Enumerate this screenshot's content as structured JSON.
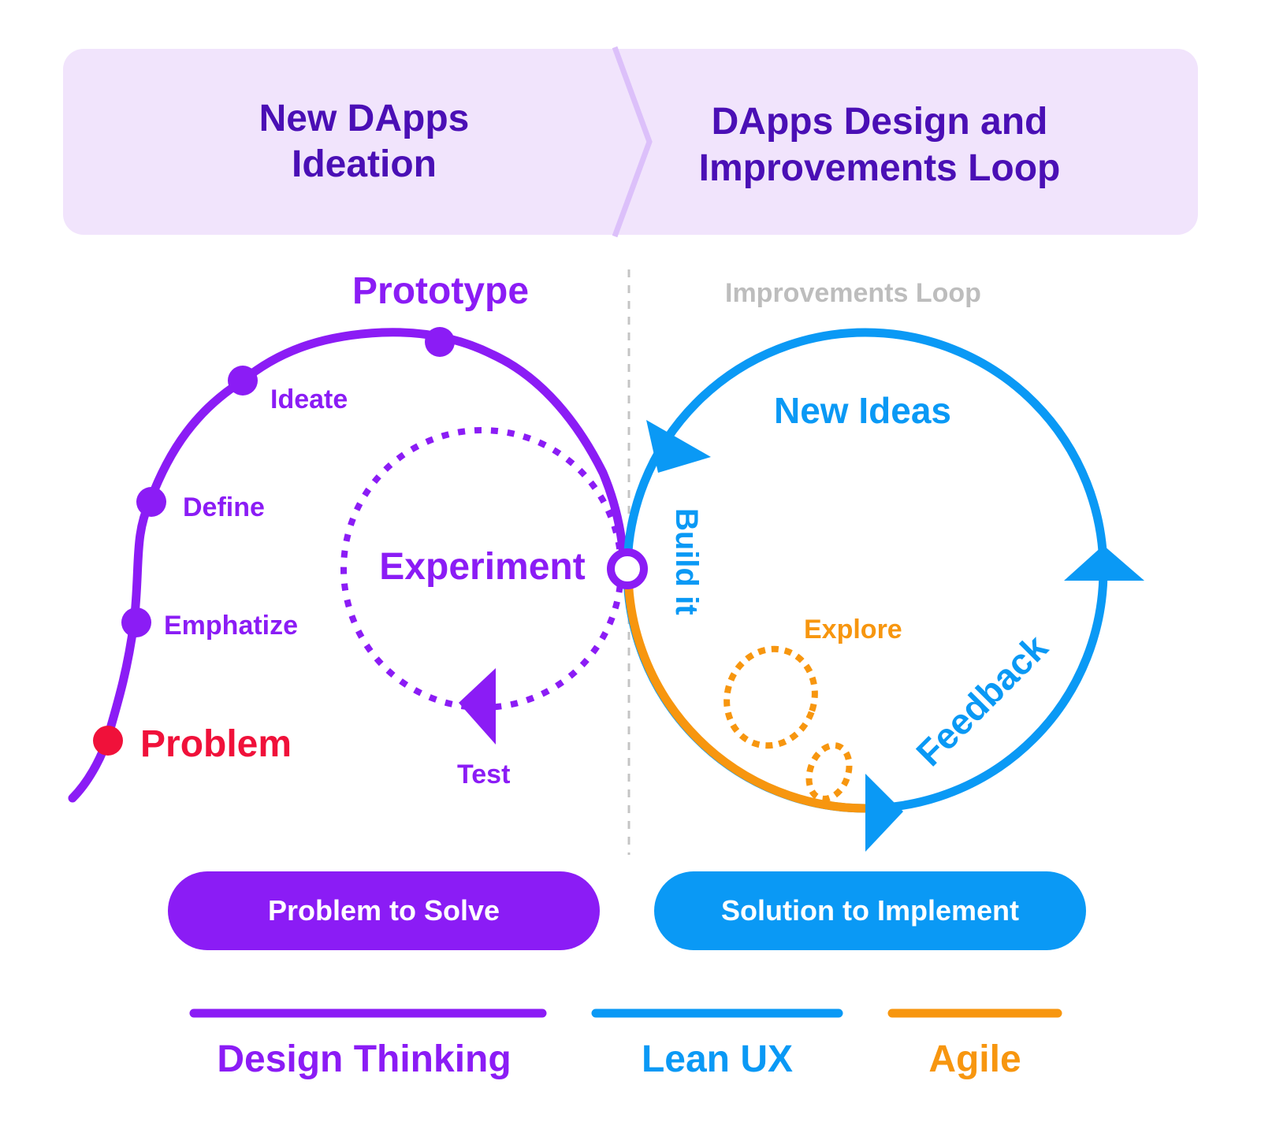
{
  "header": {
    "left_title_line1": "New DApps",
    "left_title_line2": "Ideation",
    "right_title_line1": "DApps Design and",
    "right_title_line2": "Improvements Loop"
  },
  "design_thinking": {
    "prototype": "Prototype",
    "ideate": "Ideate",
    "define": "Define",
    "emphatize": "Emphatize",
    "problem": "Problem",
    "experiment": "Experiment",
    "test": "Test"
  },
  "lean_loop": {
    "section_label": "Improvements Loop",
    "new_ideas": "New Ideas",
    "build_it": "Build it",
    "feedback": "Feedback",
    "explore": "Explore"
  },
  "pills": {
    "left": "Problem to Solve",
    "right": "Solution to Implement"
  },
  "legend": [
    {
      "label": "Design Thinking",
      "color": "#8b1cf5"
    },
    {
      "label": "Lean UX",
      "color": "#0a99f5"
    },
    {
      "label": "Agile",
      "color": "#f7960f"
    }
  ],
  "colors": {
    "purple": "#8b1cf5",
    "blue": "#0a99f5",
    "orange": "#f7960f",
    "red": "#f0113a",
    "header_bg": "#f1e4fc",
    "header_text": "#4a0fb5",
    "muted": "#bdbdbd"
  }
}
